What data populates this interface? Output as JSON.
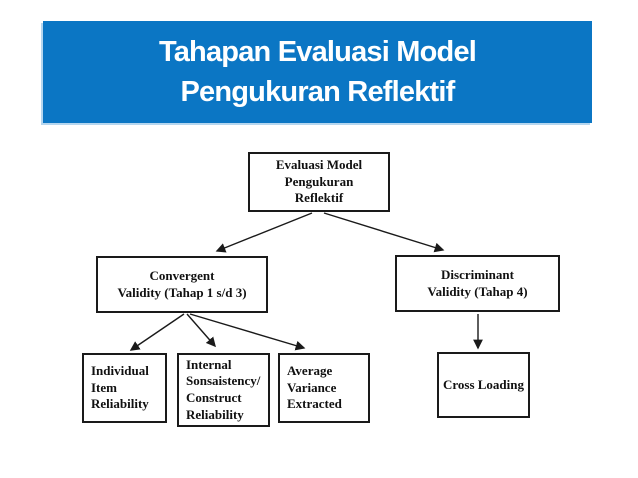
{
  "slide": {
    "title_lines": [
      "Tahapan Evaluasi Model",
      "Pengukuran Reflektif"
    ]
  },
  "colors": {
    "banner_bg": "#0b76c4",
    "banner_edge": "#b5d6ef",
    "banner_text": "#ffffff",
    "box_border": "#1a1a1a",
    "arrow": "#1a1a1a",
    "background": "#ffffff"
  },
  "diagram": {
    "root": {
      "label": [
        "Evaluasi Model",
        "Pengukuran",
        "Reflektif"
      ]
    },
    "branches": [
      {
        "id": "convergent-validity",
        "label": [
          "Convergent",
          "Validity (Tahap 1 s/d 3)"
        ]
      },
      {
        "id": "discriminant-validity",
        "label": [
          "Discriminant",
          "Validity (Tahap 4)"
        ]
      }
    ],
    "leaves": [
      {
        "id": "individual-item-reliability",
        "label": [
          "Individual",
          "Item",
          "Reliability"
        ]
      },
      {
        "id": "internal-consistency-construct-reliability",
        "label": [
          "Internal",
          "Sonsaistency/",
          "Construct",
          "Reliability"
        ]
      },
      {
        "id": "average-variance-extracted",
        "label": [
          "Average",
          "Variance",
          "Extracted"
        ]
      },
      {
        "id": "cross-loading",
        "label": [
          "Cross Loading"
        ]
      }
    ]
  }
}
